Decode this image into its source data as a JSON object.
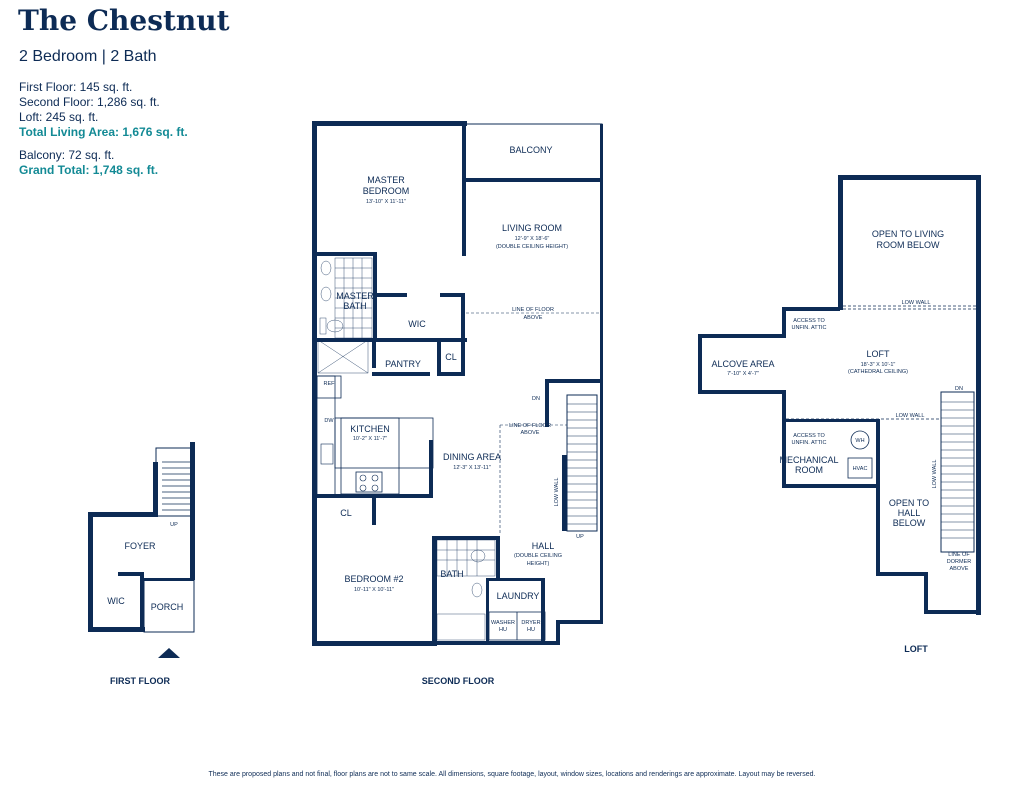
{
  "header": {
    "title": "The Chestnut",
    "subtitle": "2 Bedroom | 2 Bath"
  },
  "stats": {
    "first_floor": "First Floor: 145 sq. ft.",
    "second_floor": "Second Floor: 1,286 sq. ft.",
    "loft": "Loft: 245 sq. ft.",
    "total_living": "Total Living Area: 1,676 sq. ft.",
    "balcony": "Balcony: 72 sq. ft.",
    "grand_total": "Grand Total: 1,748 sq. ft."
  },
  "colors": {
    "wall": "#0d2b55",
    "accent": "#138a95"
  },
  "first_floor": {
    "label": "FIRST FLOOR",
    "rooms": {
      "foyer": "FOYER",
      "wic": "WIC",
      "porch": "PORCH",
      "up": "UP"
    }
  },
  "second_floor": {
    "label": "SECOND FLOOR",
    "rooms": {
      "balcony": "BALCONY",
      "master_bedroom": "MASTER",
      "master_bedroom_2": "BEDROOM",
      "master_bedroom_dim": "13'-10\" X 11'-11\"",
      "living_room": "LIVING ROOM",
      "living_room_dim": "12'-9\" X 18'-6\"",
      "living_room_note": "(DOUBLE CEILING HEIGHT)",
      "master_bath_1": "MASTER",
      "master_bath_2": "BATH",
      "wic": "WIC",
      "line_of_floor_above_1": "LINE OF  FLOOR",
      "line_of_floor_above_2": "ABOVE",
      "pantry": "PANTRY",
      "cl_upper": "CL",
      "ref": "REF",
      "dw": "DW",
      "kitchen": "KITCHEN",
      "kitchen_dim": "10'-2\" X 11'-7\"",
      "dn": "DN",
      "line_of_floor_above_b1": "LINE OF FLOOR",
      "line_of_floor_above_b2": "ABOVE",
      "dining_area": "DINING AREA",
      "dining_dim": "12'-3\" X 13'-11\"",
      "low_wall": "LOW WALL",
      "cl_lower": "CL",
      "hall": "HALL",
      "hall_note_1": "(DOUBLE CEILING",
      "hall_note_2": "HEIGHT)",
      "up": "UP",
      "bedroom2": "BEDROOM #2",
      "bedroom2_dim": "10'-11\" X 10'-11\"",
      "bath": "BATH",
      "laundry": "LAUNDRY",
      "washer_1": "WASHER",
      "washer_2": "HU",
      "dryer_1": "DRYER",
      "dryer_2": "HU"
    }
  },
  "loft_floor": {
    "label": "LOFT",
    "rooms": {
      "open_living_1": "OPEN TO LIVING",
      "open_living_2": "ROOM BELOW",
      "low_wall_top": "LOW WALL",
      "access_attic_1": "ACCESS TO",
      "access_attic_2": "UNFIN. ATTIC",
      "loft": "LOFT",
      "loft_dim": "18'-3\" X 10'-1\"",
      "loft_note": "(CATHEDRAL CEILING)",
      "alcove": "ALCOVE AREA",
      "alcove_dim": "7'-10\" X 4'-7\"",
      "dn": "DN",
      "low_wall_mid": "LOW WALL",
      "access_attic_b1": "ACCESS TO",
      "access_attic_b2": "UNFIN. ATTIC",
      "wh": "WH",
      "mechanical_1": "MECHANICAL",
      "mechanical_2": "ROOM",
      "hvac": "HVAC",
      "low_wall_side": "LOW WALL",
      "open_hall_1": "OPEN TO",
      "open_hall_2": "HALL",
      "open_hall_3": "BELOW",
      "dormer_1": "LINE OF",
      "dormer_2": "DORMER",
      "dormer_3": "ABOVE"
    }
  },
  "disclaimer": "These are proposed plans and not final, floor plans are not to same scale. All dimensions, square footage, layout, window sizes, locations and renderings are approximate. Layout may be reversed."
}
